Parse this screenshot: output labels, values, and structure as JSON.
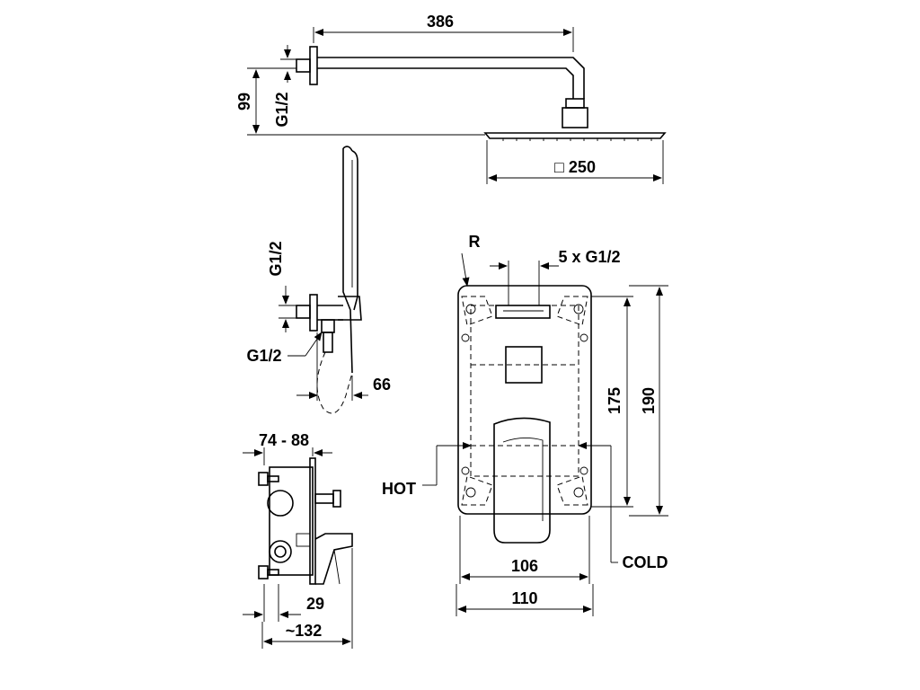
{
  "labels": {
    "arm_length": "386",
    "arm_height": "99",
    "thread_top": "G1/2",
    "head_size": "□ 250",
    "thread_holder": "G1/2",
    "thread_hose": "G1/2",
    "holder_depth": "66",
    "depth_range": "74 - 88",
    "offset": "29",
    "total_depth": "~132",
    "plate_r": "R",
    "outlets": "5 x G1/2",
    "hot": "HOT",
    "cold": "COLD",
    "inner_height": "175",
    "outer_height": "190",
    "inner_width": "106",
    "outer_width": "110"
  }
}
